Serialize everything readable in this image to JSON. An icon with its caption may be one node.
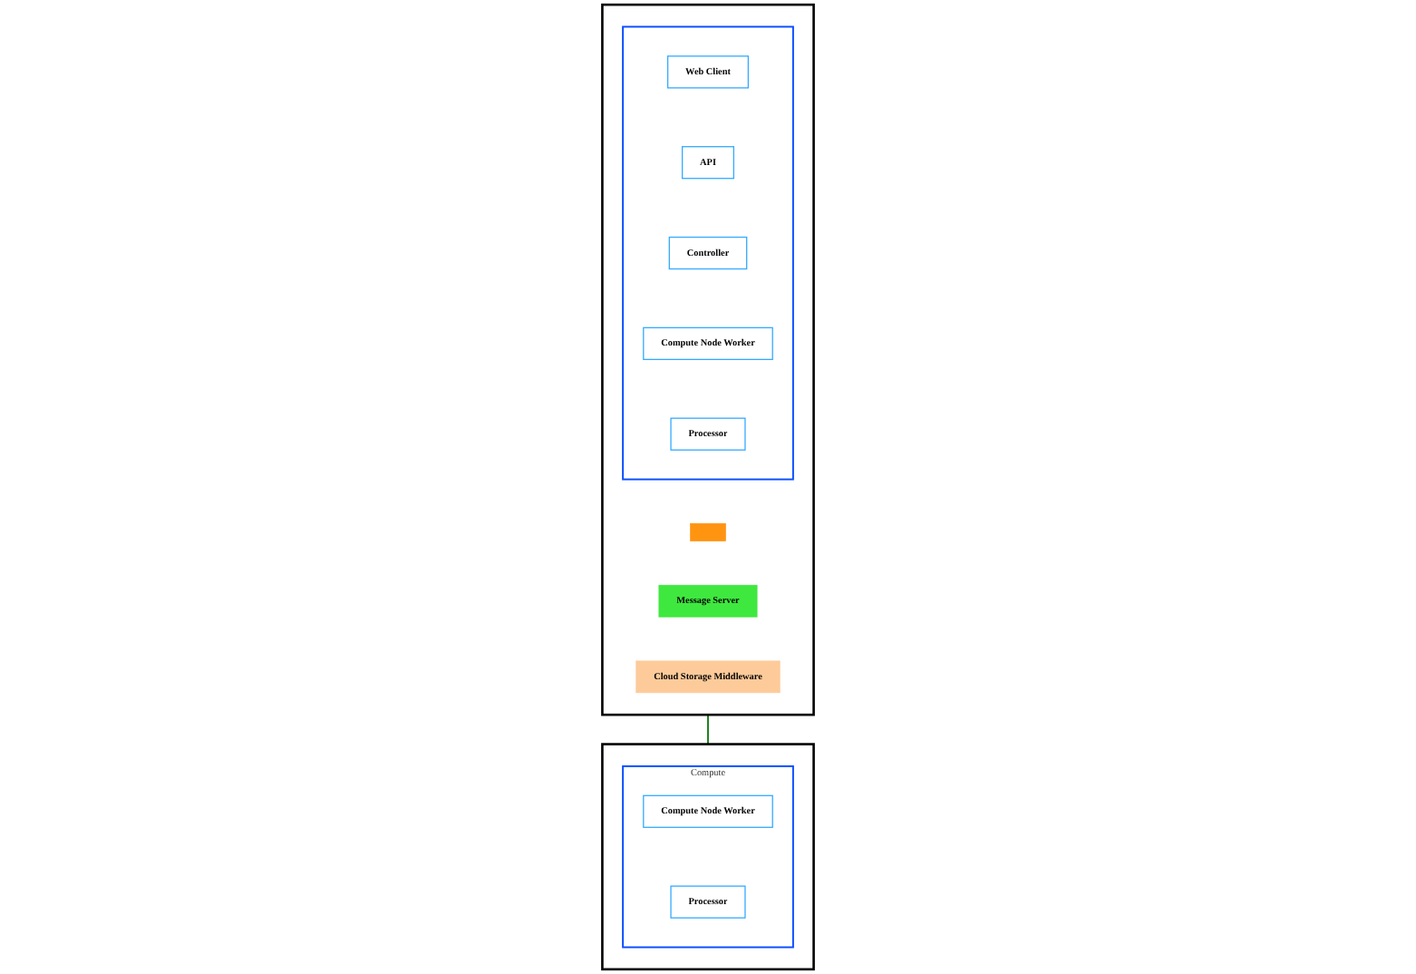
{
  "diagram": {
    "nodes": [
      {
        "text": [],
        "shape": "box"
      },
      {
        "text": [],
        "shape": "box",
        "in": 0
      },
      {
        "text": [
          "Web Client"
        ],
        "in": 1
      },
      {
        "text": [
          "API"
        ],
        "in": 1
      },
      {
        "text": [
          "Controller"
        ],
        "in": 1
      },
      {
        "text": [
          "Compute Node Worker"
        ],
        "in": 1
      },
      {
        "text": [
          "Processor"
        ],
        "in": 1
      },
      {
        "text": [],
        "shape": "box",
        "in": 0
      },
      {
        "text": [
          "Message Server"
        ],
        "in": 0
      },
      {
        "text": [
          "Cloud Storage Middleware"
        ],
        "in": 0
      },
      {
        "text": [],
        "shape": "box"
      },
      {
        "text": [
          "Compute"
        ],
        "in": 10
      },
      {
        "text": [
          "Compute Node Worker"
        ],
        "in": 11
      },
      {
        "text": [
          "Processor"
        ],
        "in": 11
      }
    ],
    "edges": [
      {
        "from": 0,
        "to": 10,
        "arrow": "none",
        "color": "#1a7f1a"
      }
    ]
  }
}
